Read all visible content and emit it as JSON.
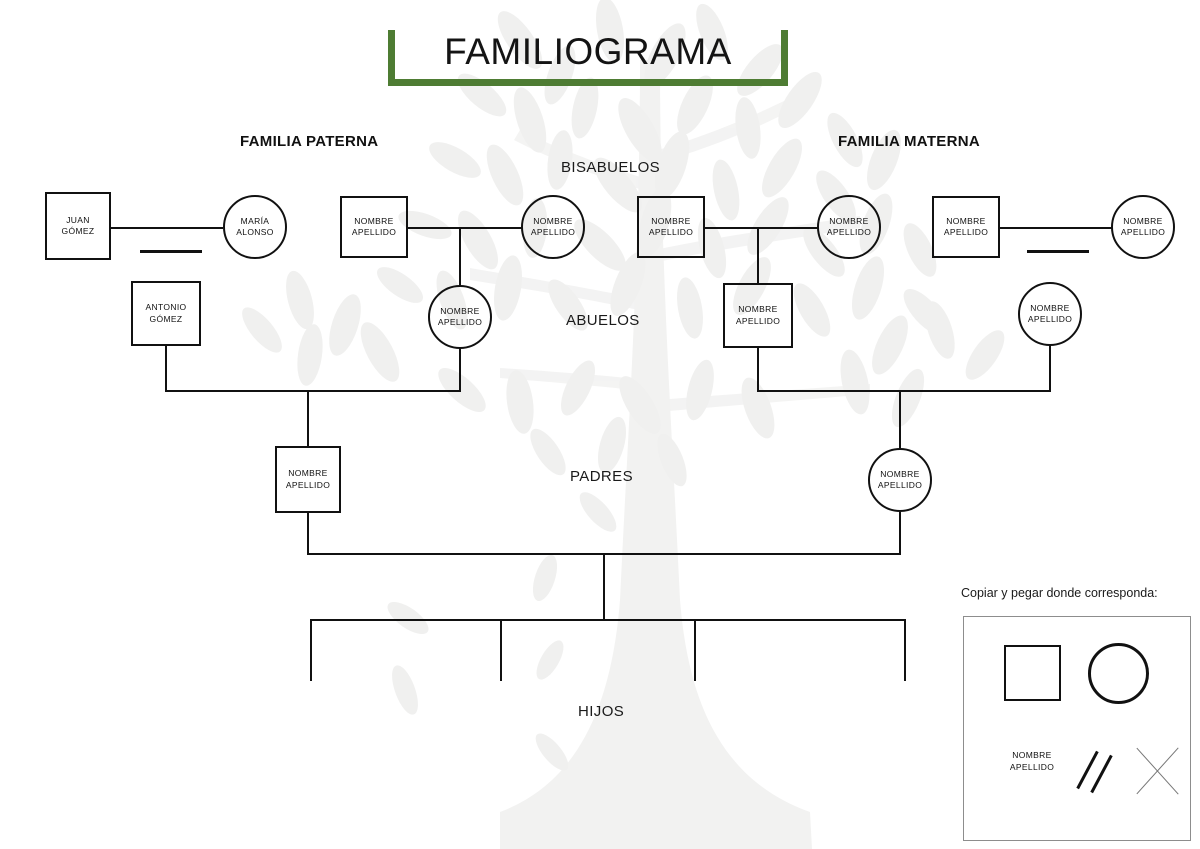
{
  "page": {
    "title": "FAMILIOGRAMA",
    "accent_color": "#4e7c33",
    "line_color": "#111111",
    "background_color": "#ffffff",
    "watermark": "tree-with-leaves"
  },
  "headings": {
    "paternal": "FAMILIA PATERNA",
    "maternal": "FAMILIA MATERNA"
  },
  "generation_labels": {
    "great_grandparents": "BISABUELOS",
    "grandparents": "ABUELOS",
    "parents": "PADRES",
    "children": "HIJOS"
  },
  "placeholder": {
    "line1": "NOMBRE",
    "line2": "APELLIDO"
  },
  "nodes": {
    "bisabuelos": [
      {
        "id": "p-ggf-1",
        "shape": "square",
        "line1": "JUAN",
        "line2": "GÓMEZ"
      },
      {
        "id": "p-ggm-1",
        "shape": "circle",
        "line1": "MARÍA",
        "line2": "ALONSO"
      },
      {
        "id": "p-ggf-2",
        "shape": "square",
        "line1": "NOMBRE",
        "line2": "APELLIDO"
      },
      {
        "id": "p-ggm-2",
        "shape": "circle",
        "line1": "NOMBRE",
        "line2": "APELLIDO"
      },
      {
        "id": "m-ggf-1",
        "shape": "square",
        "line1": "NOMBRE",
        "line2": "APELLIDO"
      },
      {
        "id": "m-ggm-1",
        "shape": "circle",
        "line1": "NOMBRE",
        "line2": "APELLIDO"
      },
      {
        "id": "m-ggf-2",
        "shape": "square",
        "line1": "NOMBRE",
        "line2": "APELLIDO"
      },
      {
        "id": "m-ggm-2",
        "shape": "circle",
        "line1": "NOMBRE",
        "line2": "APELLIDO"
      }
    ],
    "abuelos": [
      {
        "id": "p-gf",
        "shape": "square",
        "line1": "ANTONIO",
        "line2": "GÓMEZ"
      },
      {
        "id": "p-gm",
        "shape": "circle",
        "line1": "NOMBRE",
        "line2": "APELLIDO"
      },
      {
        "id": "m-gf",
        "shape": "square",
        "line1": "NOMBRE",
        "line2": "APELLIDO"
      },
      {
        "id": "m-gm",
        "shape": "circle",
        "line1": "NOMBRE",
        "line2": "APELLIDO"
      }
    ],
    "padres": [
      {
        "id": "father",
        "shape": "square",
        "line1": "NOMBRE",
        "line2": "APELLIDO"
      },
      {
        "id": "mother",
        "shape": "circle",
        "line1": "NOMBRE",
        "line2": "APELLIDO"
      }
    ],
    "hijos_count": 4
  },
  "legend": {
    "caption": "Copiar y pegar donde corresponda:",
    "name_line1": "NOMBRE",
    "name_line2": "APELLIDO",
    "symbols": [
      {
        "name": "square-symbol",
        "meaning": "male"
      },
      {
        "name": "circle-symbol",
        "meaning": "female"
      },
      {
        "name": "double-slash-symbol",
        "meaning": "divorce"
      },
      {
        "name": "cross-symbol",
        "meaning": "deceased"
      }
    ]
  }
}
